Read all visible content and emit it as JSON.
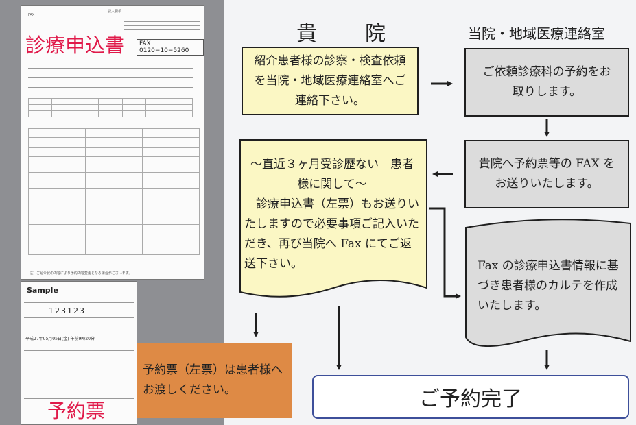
{
  "headings": {
    "left": "貴　院",
    "right": "当院・地域医療連絡室"
  },
  "boxes": {
    "contact": "紹介患者様の診察・検査依頼を当院・地域医療連絡室へご連絡下さい。",
    "reserve": "ご依頼診療科の予約をお取りします。",
    "fax_send": "貴院へ予約票等の FAX をお送りいたします。",
    "no_history_title": "〜直近３ヶ月受診歴ない　患者様に関して〜",
    "no_history_body": "診療申込書（左票）もお送りいたしますので必要事項ご記入いただき、再び当院へ Fax にてご返送下さい。",
    "chart": "Fax の診療申込書情報に基づき患者様のカルテを作成いたします。",
    "hand_over": "予約票（左票）は患者様へお渡しください。",
    "done": "ご予約完了"
  },
  "forms": {
    "application_title": "診療申込書",
    "fax_number": "FAX 0120−10−5260",
    "fax_label": "FAX",
    "guide_title": "記入要領",
    "sample_label": "Sample",
    "sample_number": "123123",
    "sample_date": "平成27年05月05日(金) 午前9時20分",
    "reservation_title": "予約票",
    "notes": "注）ご紹介状の内容により予約内容変更となる場合がございます。"
  },
  "colors": {
    "yellow_box": "#fbf7c4",
    "gray_box": "#dcdcdc",
    "orange_box": "#de8a45",
    "done_border": "#3d4f9a",
    "form_red": "#e01a4a"
  }
}
